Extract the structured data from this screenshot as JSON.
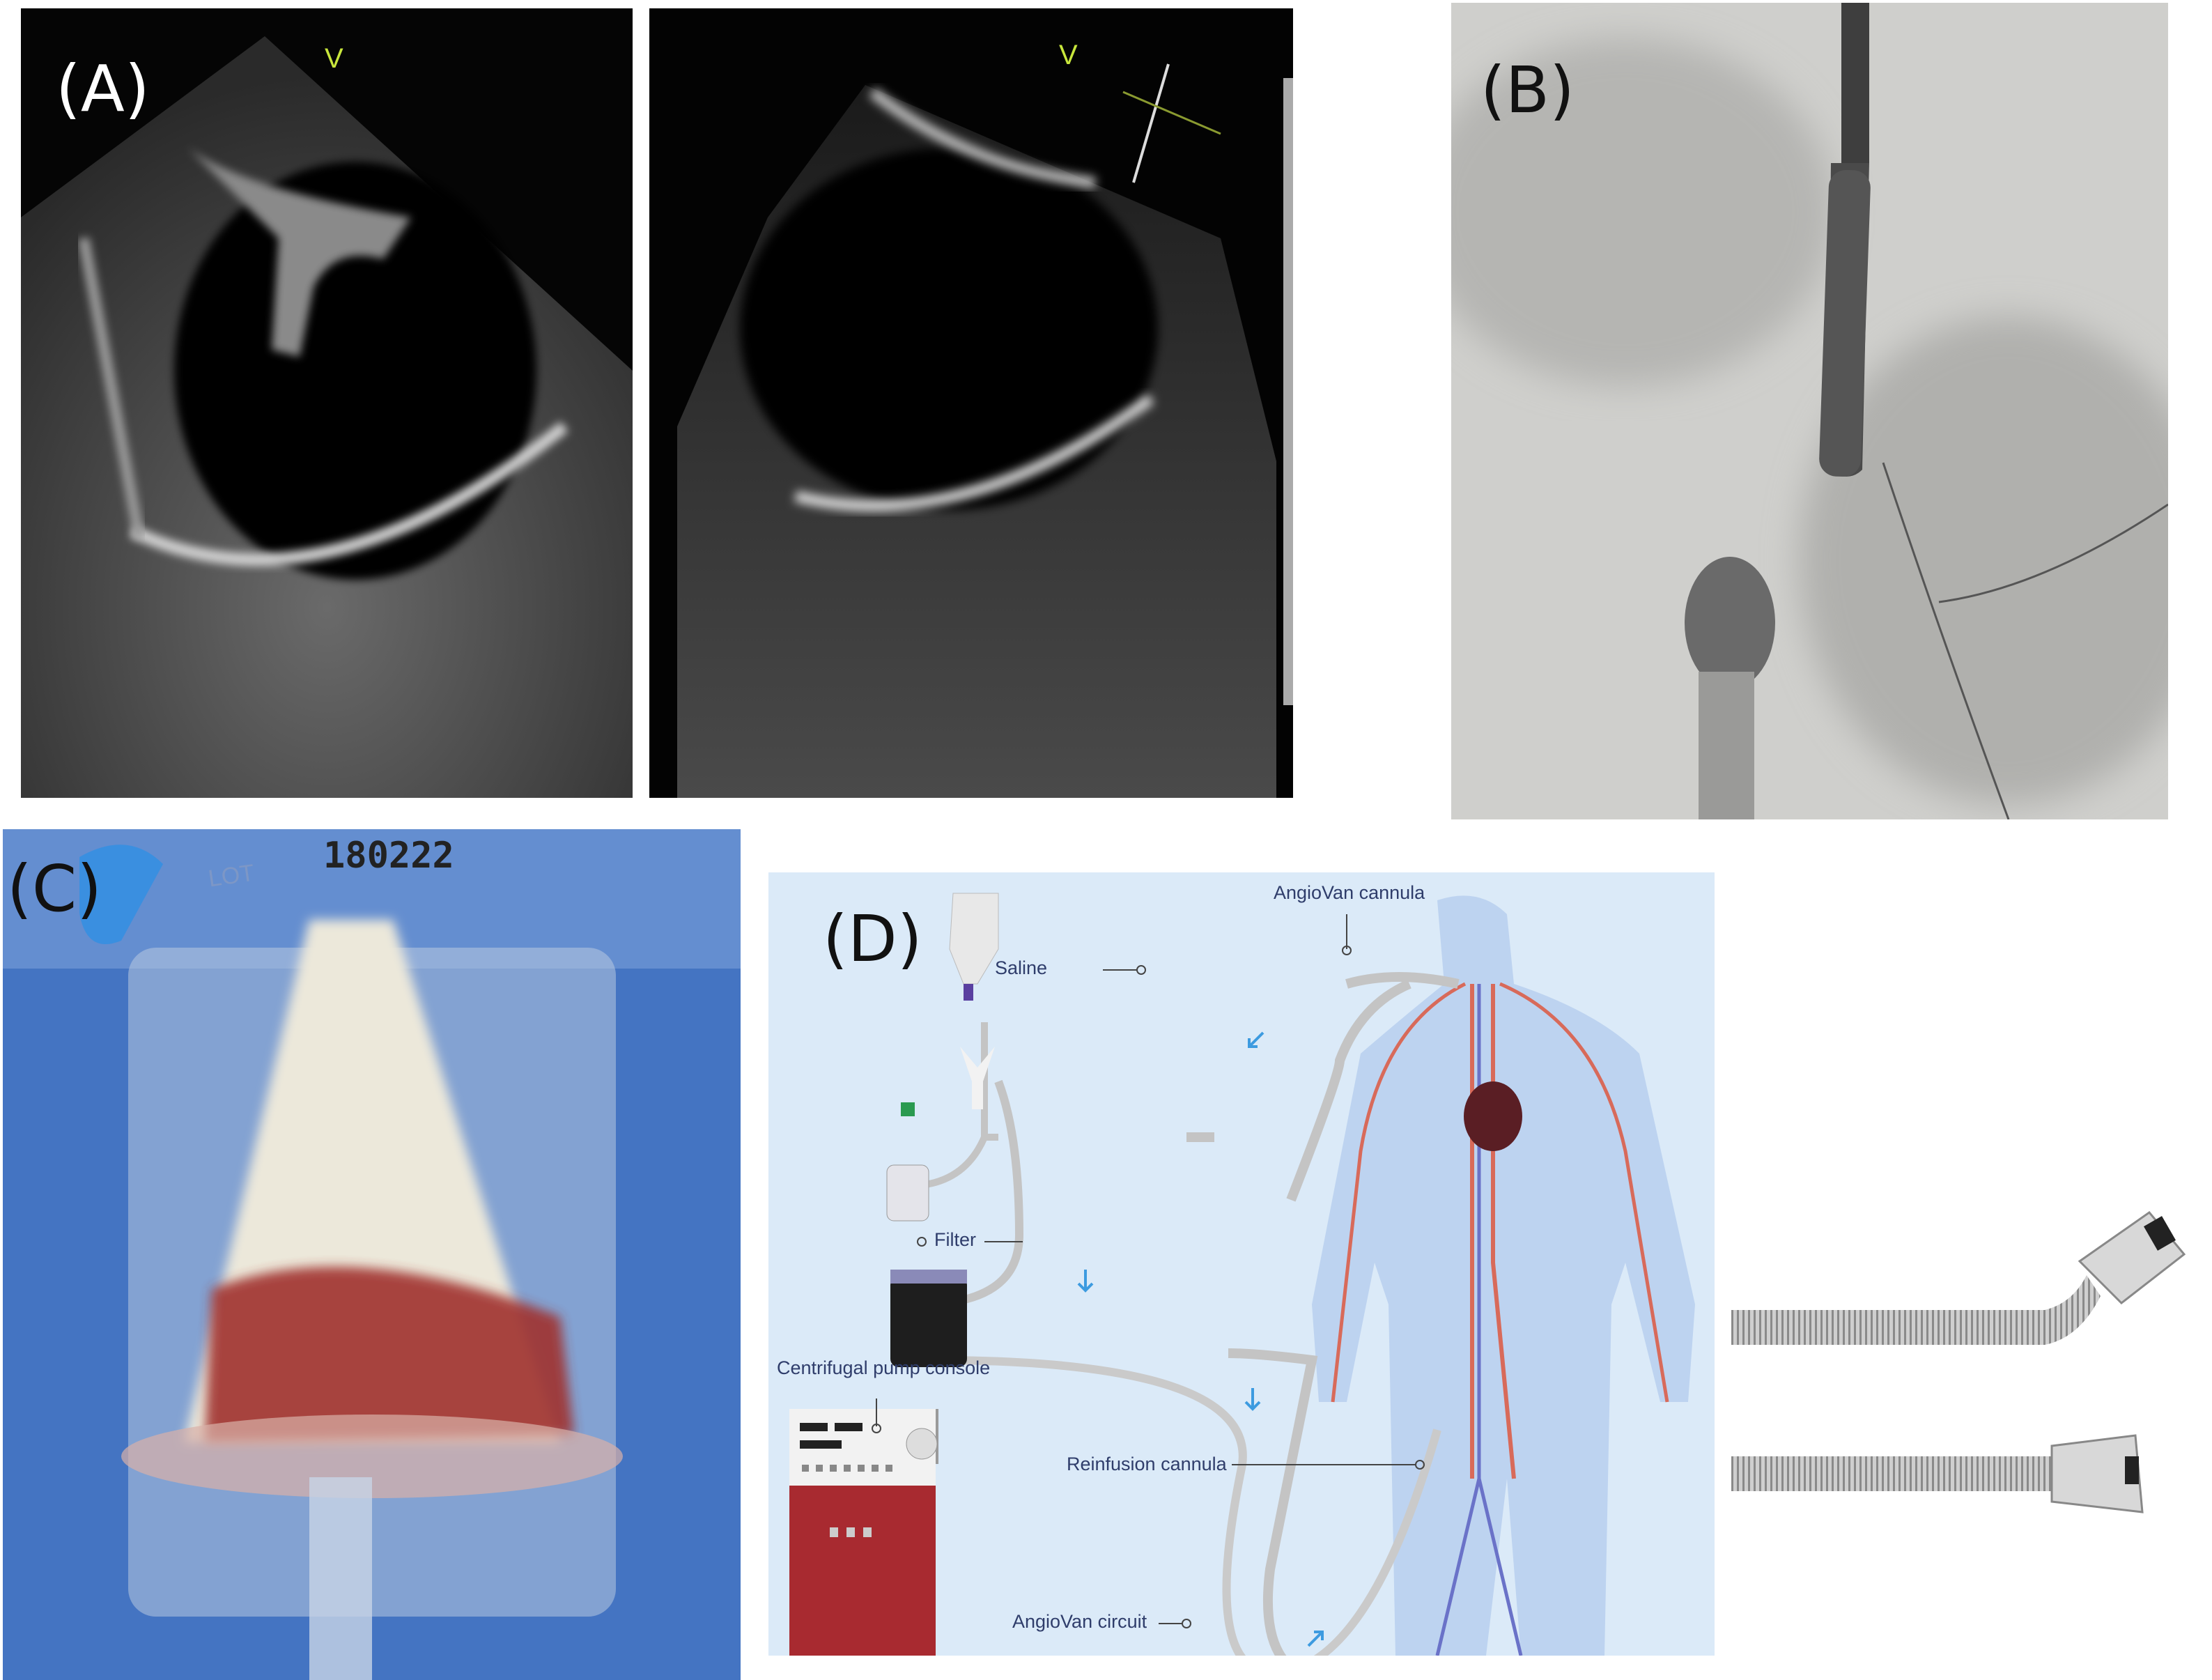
{
  "panels": {
    "a": {
      "label": "(A)",
      "overlay_marker": "V",
      "overlay_marker_color": "#c8e63c"
    },
    "b": {
      "label": "(B)"
    },
    "c": {
      "label": "(C)",
      "lot_number": "180222",
      "lot_text": "LOT"
    },
    "d": {
      "label": "(D)",
      "callouts": {
        "angiovan_cannula": "AngioVan cannula",
        "saline": "Saline",
        "filter": "Filter",
        "pump_console": "Centrifugal pump console",
        "reinfusion_cannula": "Reinfusion cannula",
        "angiovan_circuit": "AngioVan circuit"
      },
      "background": "#dbeaf8",
      "label_color": "#2f3d6b",
      "flow_arrow_color": "#3d9be0"
    }
  }
}
